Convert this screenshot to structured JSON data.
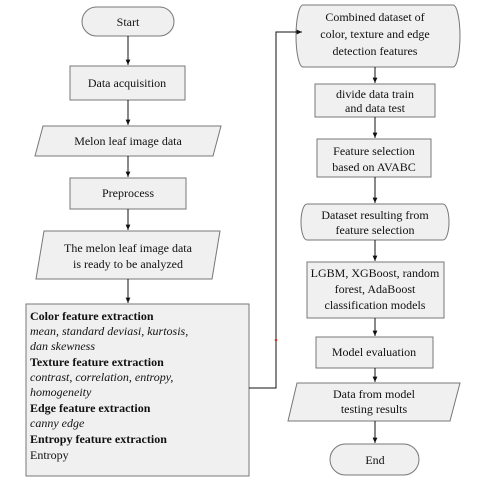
{
  "left_column": {
    "start": "Start",
    "acquisition": "Data acquisition",
    "image_data": "Melon leaf image data",
    "preprocess": "Preprocess",
    "ready_line1": "The melon leaf image data",
    "ready_line2": "is ready to be analyzed",
    "extraction": {
      "color_title": "Color feature extraction",
      "color_line1": "mean, standard deviasi, kurtosis,",
      "color_line2": "dan skewness",
      "texture_title": "Texture feature extraction",
      "texture_line1": "contrast, correlation, entropy,",
      "texture_line2": "homogeneity",
      "edge_title": "Edge feature extraction",
      "edge_line1": "canny edge",
      "entropy_title": "Entropy feature extraction",
      "entropy_line1": "Entropy"
    }
  },
  "right_column": {
    "combined_line1": "Combined dataset of",
    "combined_line2": "color, texture and edge",
    "combined_line3": "detection features",
    "divide_line1": "divide data train",
    "divide_line2": "and data test",
    "selection_line1": "Feature selection",
    "selection_line2": "based on AVABC",
    "result_line1": "Dataset resulting from",
    "result_line2": "feature selection",
    "models_line1": "LGBM, XGBoost, random",
    "models_line2": "forest, AdaBoost",
    "models_line3": "classification models",
    "evaluation": "Model evaluation",
    "testing_line1": "Data from model",
    "testing_line2": "testing results",
    "end": "End"
  },
  "colors": {
    "shape_fill": "#f0f0f0",
    "shape_stroke": "#777777",
    "arrow": "#111111",
    "dot": "#c0392b"
  }
}
